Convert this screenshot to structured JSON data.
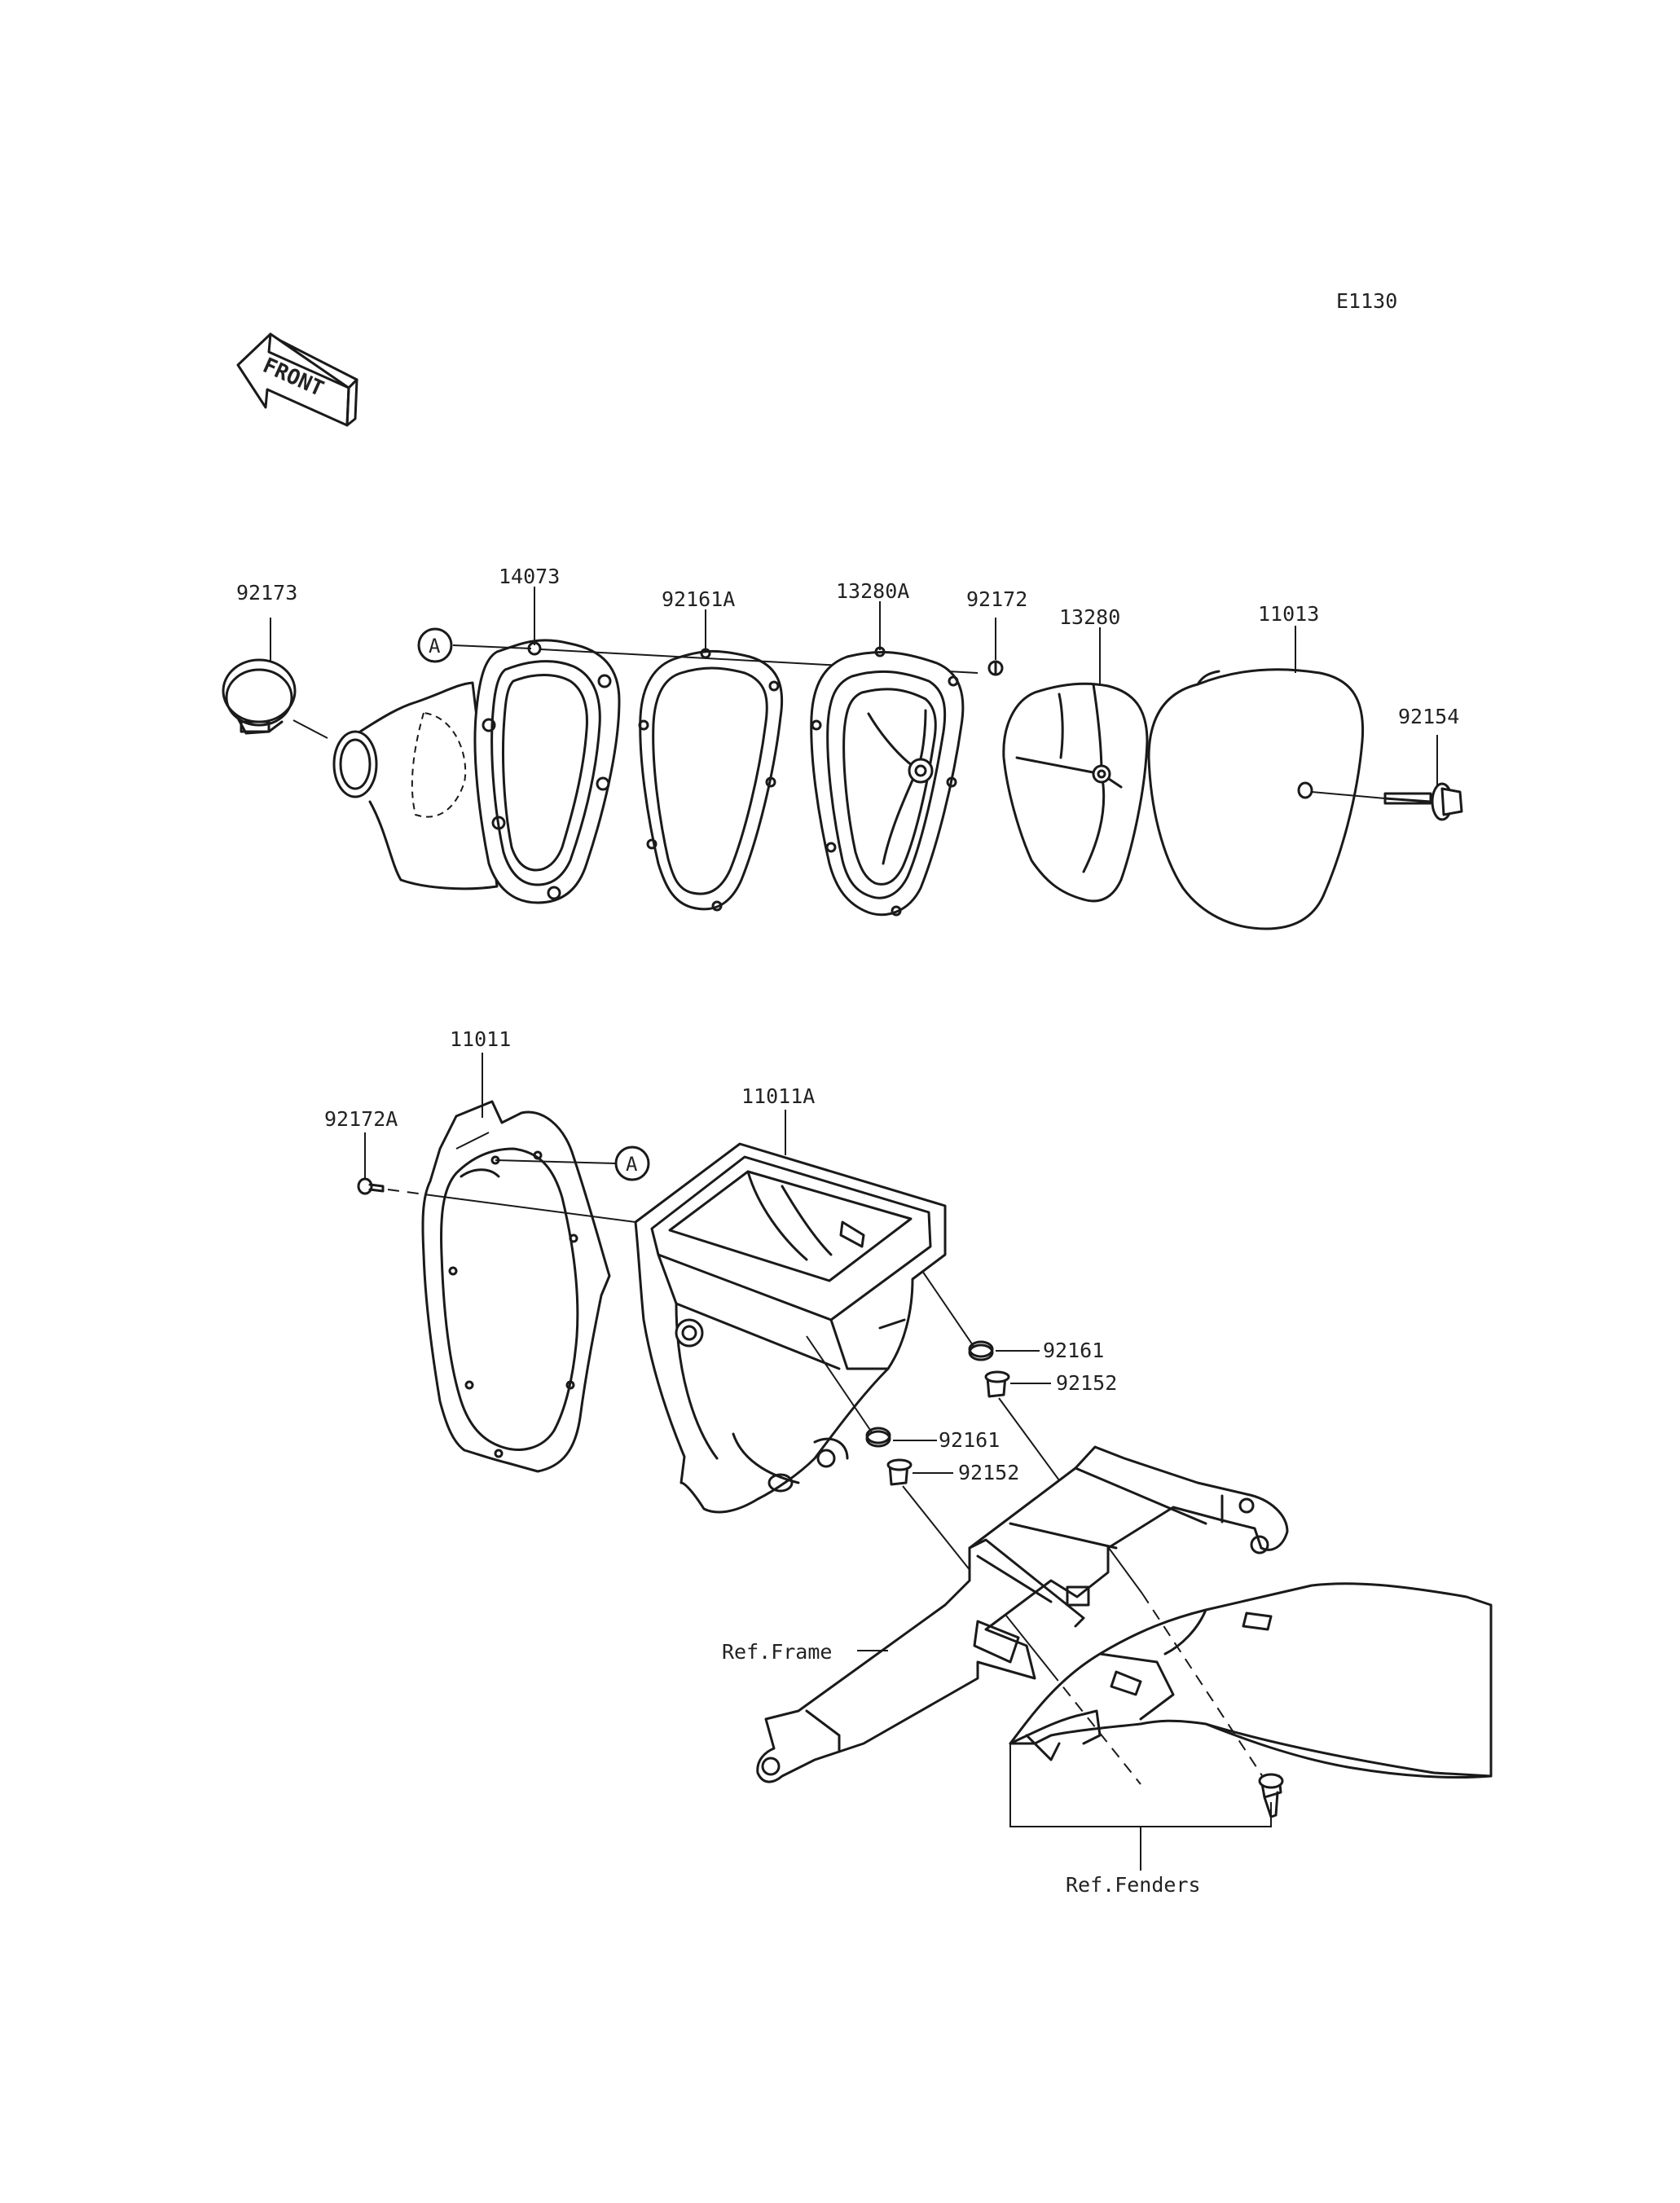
{
  "diagram": {
    "code": "E1130",
    "front_label": "FRONT",
    "callout_letter": "A",
    "parts": {
      "p92173": "92173",
      "p14073": "14073",
      "p92161A": "92161A",
      "p13280A": "13280A",
      "p92172": "92172",
      "p13280": "13280",
      "p11013": "11013",
      "p92154": "92154",
      "p11011": "11011",
      "p92172A": "92172A",
      "p11011A": "11011A",
      "p92161_upper": "92161",
      "p92152_upper": "92152",
      "p92161_lower": "92161",
      "p92152_lower": "92152"
    },
    "refs": {
      "frame": "Ref.Frame",
      "fenders": "Ref.Fenders"
    }
  }
}
